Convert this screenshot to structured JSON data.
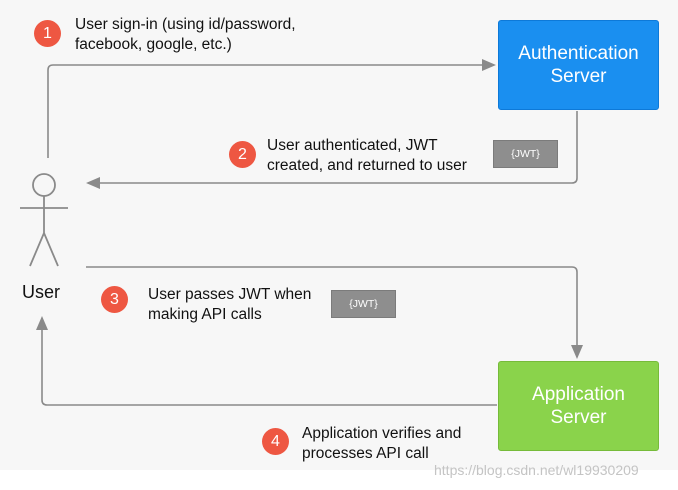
{
  "actors": {
    "user": "User",
    "auth_server": {
      "line1": "Authentication",
      "line2": "Server"
    },
    "app_server": {
      "line1": "Application",
      "line2": "Server"
    }
  },
  "steps": [
    {
      "number": "1",
      "line1": "User sign-in (using id/password,",
      "line2": "facebook, google, etc.)"
    },
    {
      "number": "2",
      "line1": "User authenticated, JWT",
      "line2": "created, and returned to user"
    },
    {
      "number": "3",
      "line1": "User passes JWT when",
      "line2": "making API calls"
    },
    {
      "number": "4",
      "line1": "Application verifies and",
      "line2": "processes API call"
    }
  ],
  "tokens": {
    "jwt": "{JWT}"
  },
  "watermark": "https://blog.csdn.net/wl19930209",
  "colors": {
    "auth_server": "#1a8ff0",
    "app_server": "#8ad34b",
    "badge": "#ee5742",
    "token_chip": "#8e8e8e",
    "arrow": "#8a8a8a"
  }
}
